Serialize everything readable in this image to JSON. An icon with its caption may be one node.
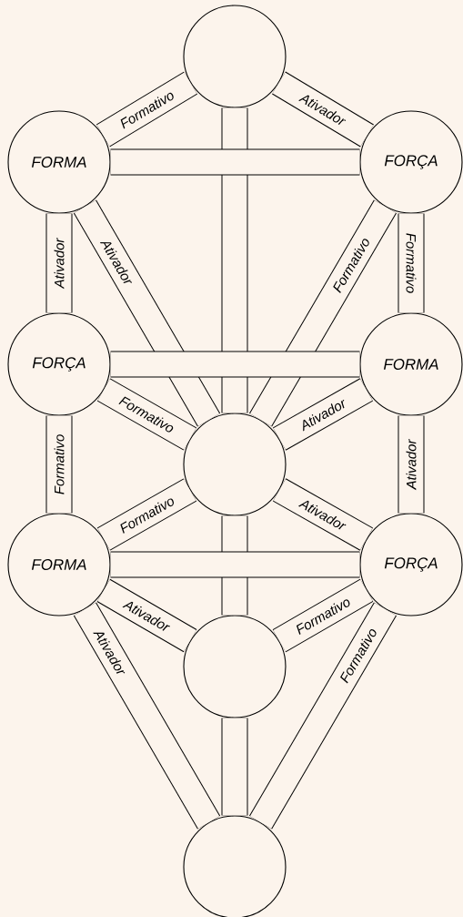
{
  "diagram": {
    "nodes": [
      {
        "text": [],
        "shape": "circle"
      },
      {
        "text": [
          "FORMA"
        ]
      },
      {
        "text": [
          "FORÇA"
        ]
      },
      {
        "text": [
          "FORÇA"
        ]
      },
      {
        "text": [
          "FORMA"
        ]
      },
      {
        "text": [],
        "shape": "circle"
      },
      {
        "text": [
          "FORMA"
        ]
      },
      {
        "text": [
          "FORÇA"
        ]
      },
      {
        "text": [],
        "shape": "circle"
      },
      {
        "text": [],
        "shape": "circle"
      }
    ],
    "edges": [
      {
        "from": 0,
        "to": 1,
        "arrow": "none",
        "label": "Formativo"
      },
      {
        "from": 0,
        "to": 2,
        "arrow": "none",
        "label": "Ativador"
      },
      {
        "from": 0,
        "to": 5,
        "arrow": "none"
      },
      {
        "from": 1,
        "to": 2,
        "arrow": "none"
      },
      {
        "from": 1,
        "to": 3,
        "arrow": "none",
        "label": "Ativador"
      },
      {
        "from": 1,
        "to": 5,
        "arrow": "none",
        "label": "Ativador"
      },
      {
        "from": 2,
        "to": 5,
        "arrow": "none",
        "label": "Formativo"
      },
      {
        "from": 2,
        "to": 4,
        "arrow": "none",
        "label": "Formativo"
      },
      {
        "from": 3,
        "to": 4,
        "arrow": "none"
      },
      {
        "from": 3,
        "to": 5,
        "arrow": "none",
        "label": "Formativo"
      },
      {
        "from": 4,
        "to": 5,
        "arrow": "none",
        "label": "Ativador"
      },
      {
        "from": 3,
        "to": 6,
        "arrow": "none",
        "label": "Formativo"
      },
      {
        "from": 4,
        "to": 7,
        "arrow": "none",
        "label": "Ativador"
      },
      {
        "from": 6,
        "to": 5,
        "arrow": "none",
        "label": "Formativo"
      },
      {
        "from": 7,
        "to": 5,
        "arrow": "none",
        "label": "Ativador"
      },
      {
        "from": 6,
        "to": 7,
        "arrow": "none"
      },
      {
        "from": 5,
        "to": 8,
        "arrow": "none"
      },
      {
        "from": 6,
        "to": 8,
        "arrow": "none",
        "label": "Ativador"
      },
      {
        "from": 7,
        "to": 8,
        "arrow": "none",
        "label": "Formativo"
      },
      {
        "from": 6,
        "to": 9,
        "arrow": "none",
        "label": "Ativador"
      },
      {
        "from": 7,
        "to": 9,
        "arrow": "none",
        "label": "Formativo"
      },
      {
        "from": 8,
        "to": 9,
        "arrow": "none"
      }
    ]
  }
}
